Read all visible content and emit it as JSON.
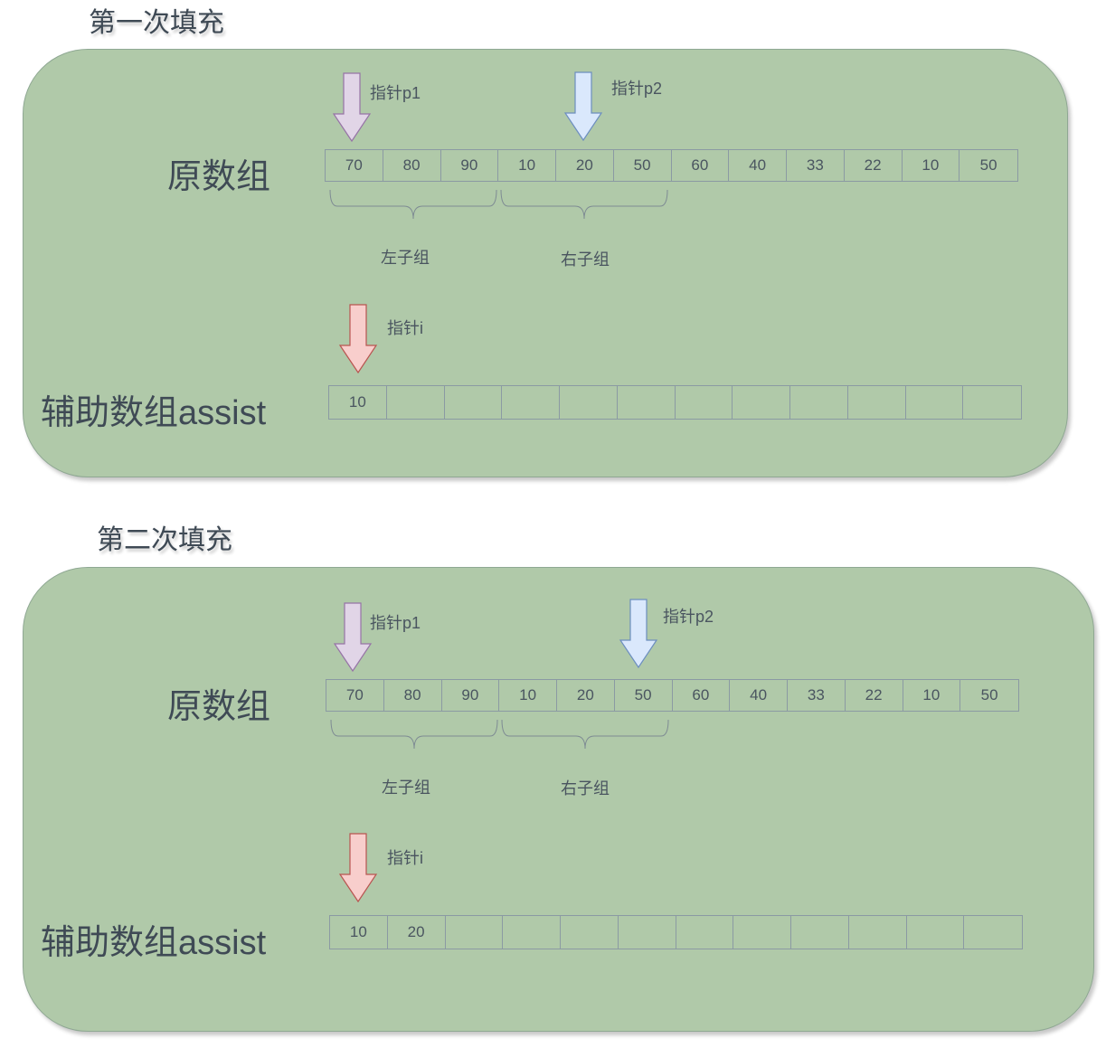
{
  "steps": [
    {
      "title": "第一次填充",
      "original_label": "原数组",
      "assist_label": "辅助数组assist",
      "original_values": [
        "70",
        "80",
        "90",
        "10",
        "20",
        "50",
        "60",
        "40",
        "33",
        "22",
        "10",
        "50"
      ],
      "assist_values": [
        "10",
        "",
        "",
        "",
        "",
        "",
        "",
        "",
        "",
        "",
        "",
        ""
      ],
      "pointer_p1": "指针p1",
      "pointer_p2": "指针p2",
      "pointer_i": "指针i",
      "left_group": "左子组",
      "right_group": "右子组"
    },
    {
      "title": "第二次填充",
      "original_label": "原数组",
      "assist_label": "辅助数组assist",
      "original_values": [
        "70",
        "80",
        "90",
        "10",
        "20",
        "50",
        "60",
        "40",
        "33",
        "22",
        "10",
        "50"
      ],
      "assist_values": [
        "10",
        "20",
        "",
        "",
        "",
        "",
        "",
        "",
        "",
        "",
        "",
        ""
      ],
      "pointer_p1": "指针p1",
      "pointer_p2": "指针p2",
      "pointer_i": "指针i",
      "left_group": "左子组",
      "right_group": "右子组"
    }
  ],
  "colors": {
    "panel": "#b0c9a9",
    "arrow_p1": "#e1d5e7",
    "arrow_p2": "#dae8fc",
    "arrow_i": "#f8cecc"
  }
}
